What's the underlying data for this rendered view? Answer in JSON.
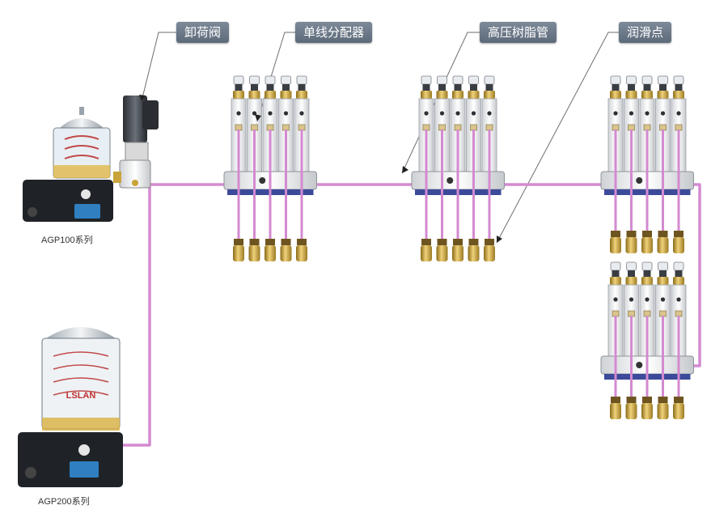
{
  "callouts": {
    "unloading_valve": "卸荷阀",
    "single_line_distributor": "单线分配器",
    "high_pressure_resin_tube": "高压树脂管",
    "lubrication_point": "润滑点"
  },
  "pumps": {
    "agp100_label": "AGP100系列",
    "agp200_label": "AGP200系列",
    "agp200_window_brand": "LSLAN"
  },
  "colors": {
    "tube": "#d48ad0",
    "callout_bg": "#6b7888",
    "distributor_body": "#f4f4f4",
    "brass_fitting": "#c9a43a",
    "pump_base": "#1f2328",
    "display_blue": "#2f7fc1"
  }
}
